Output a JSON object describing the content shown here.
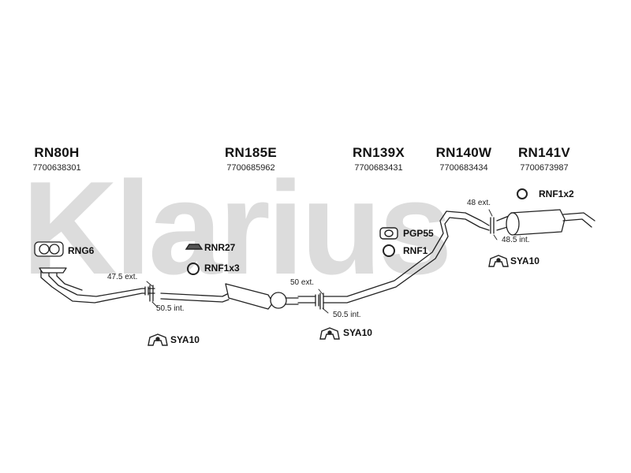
{
  "watermark": "Klarius",
  "parts": [
    {
      "code": "RN80H",
      "oem": "7700638301"
    },
    {
      "code": "RN185E",
      "oem": "7700685962"
    },
    {
      "code": "RN139X",
      "oem": "7700683431"
    },
    {
      "code": "RN140W",
      "oem": "7700683434"
    },
    {
      "code": "RN141V",
      "oem": "7700673987"
    }
  ],
  "fittings": {
    "rng6": "RNG6",
    "rnr27": "RNR27",
    "rnf1x3": "RNF1x3",
    "pgp55": "PGP55",
    "rnf1": "RNF1",
    "rnf1x2": "RNF1x2",
    "sya10_a": "SYA10",
    "sya10_b": "SYA10",
    "sya10_c": "SYA10"
  },
  "dimensions": {
    "d1_ext": "47.5 ext.",
    "d1_int": "50.5 int.",
    "d2_ext": "50 ext.",
    "d2_int": "50.5 int.",
    "d3_ext": "48 ext.",
    "d3_int": "48.5 int."
  }
}
